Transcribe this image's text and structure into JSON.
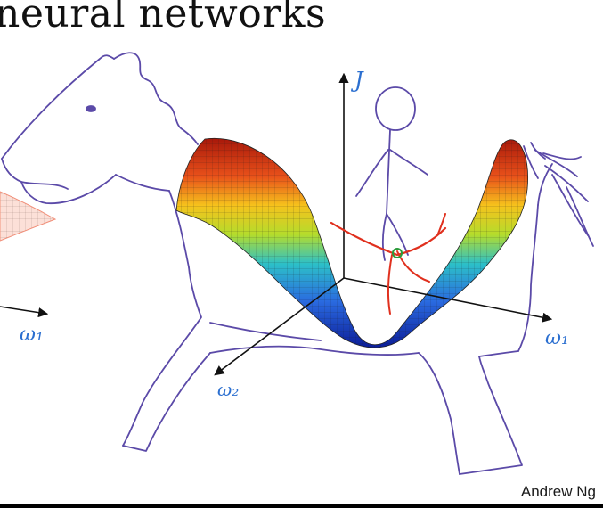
{
  "slide": {
    "title": "neural networks",
    "author": "Andrew Ng"
  },
  "axes": {
    "vertical": "J",
    "right": "ω₁",
    "left": "ω₁",
    "front": "ω₂"
  },
  "colors": {
    "horse_ink": "#5b4aa8",
    "axis_ink": "#111111",
    "label_ink": "#2b6fd0",
    "marker_red": "#e0301e",
    "marker_green": "#2a9a3a"
  }
}
